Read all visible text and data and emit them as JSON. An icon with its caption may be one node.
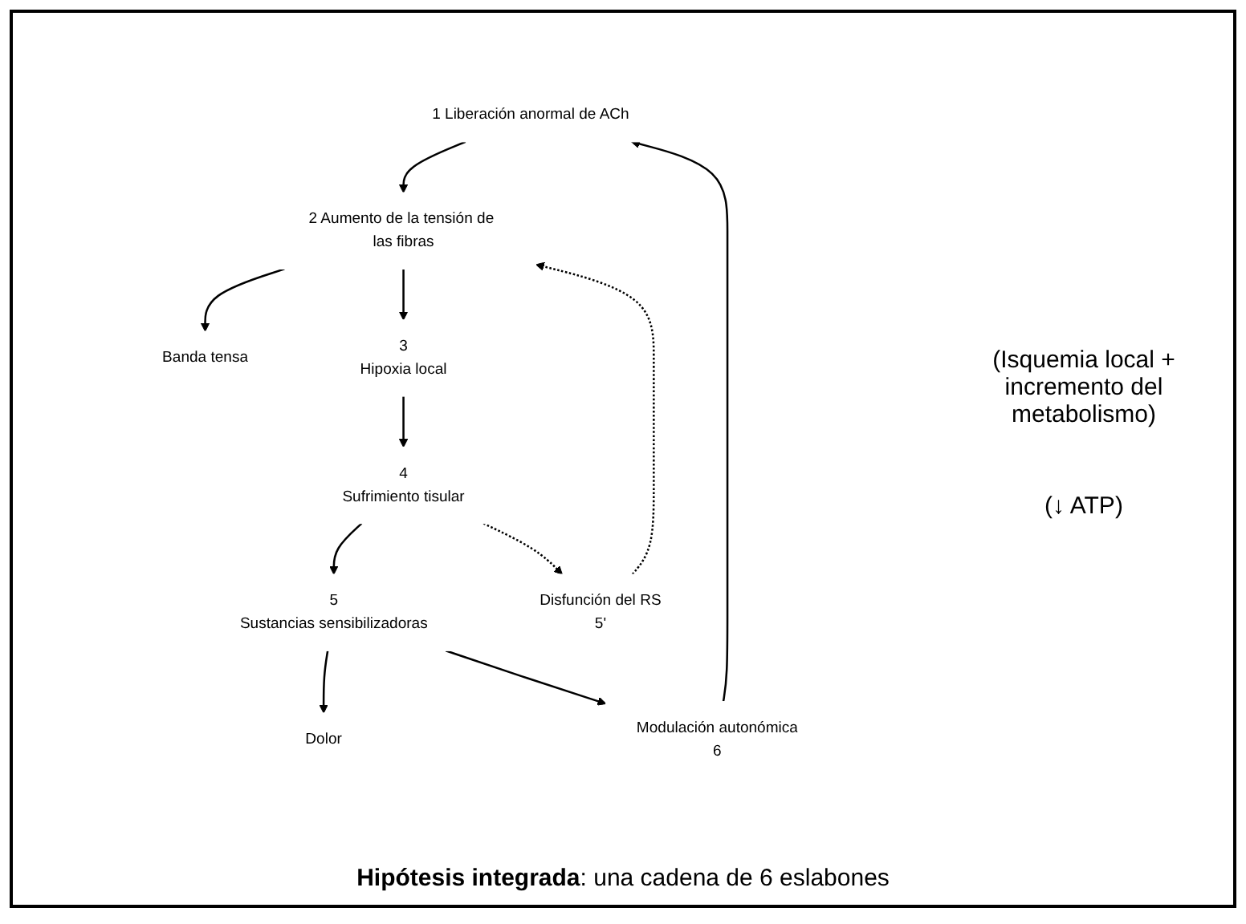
{
  "diagram": {
    "caption": "**Hipótesis integrada**: una cadena de 6 eslabones",
    "nodes": [
      {
        "text": [
          "1 Liberación anormal de ACh"
        ]
      },
      {
        "text": [
          "2 Aumento de la tensión de las fibras"
        ]
      },
      {
        "text": [
          "Banda tensa"
        ]
      },
      {
        "text": [
          "3",
          "Hipoxia local"
        ]
      },
      {
        "text": [
          "4",
          "Sufrimiento tisular"
        ]
      },
      {
        "text": [
          "5",
          "Sustancias sensibilizadoras"
        ]
      },
      {
        "text": [
          "Dolor"
        ]
      },
      {
        "text": [
          "Modulación autonómica",
          "6"
        ]
      },
      {
        "text": [
          "Disfunción del RS",
          "5'"
        ]
      }
    ],
    "edges": [
      {
        "from": 0,
        "to": 1,
        "arrow": "to"
      },
      {
        "from": 1,
        "to": 2,
        "arrow": "to"
      },
      {
        "from": 1,
        "to": 3,
        "arrow": "to"
      },
      {
        "from": 3,
        "to": 4,
        "arrow": "to"
      },
      {
        "from": 4,
        "to": 5,
        "arrow": "to"
      },
      {
        "from": 5,
        "to": 6,
        "arrow": "to"
      },
      {
        "from": 5,
        "to": 7,
        "arrow": "to"
      },
      {
        "from": 7,
        "to": 0,
        "arrow": "to"
      },
      {
        "from": 4,
        "to": 8,
        "arrow": "to",
        "style": "dashed"
      },
      {
        "from": 8,
        "to": 1,
        "arrow": "to",
        "style": "dashed"
      }
    ],
    "labels": [
      "(Isquemia local + incremento del metabolismo)",
      "(↓ ATP)"
    ]
  }
}
